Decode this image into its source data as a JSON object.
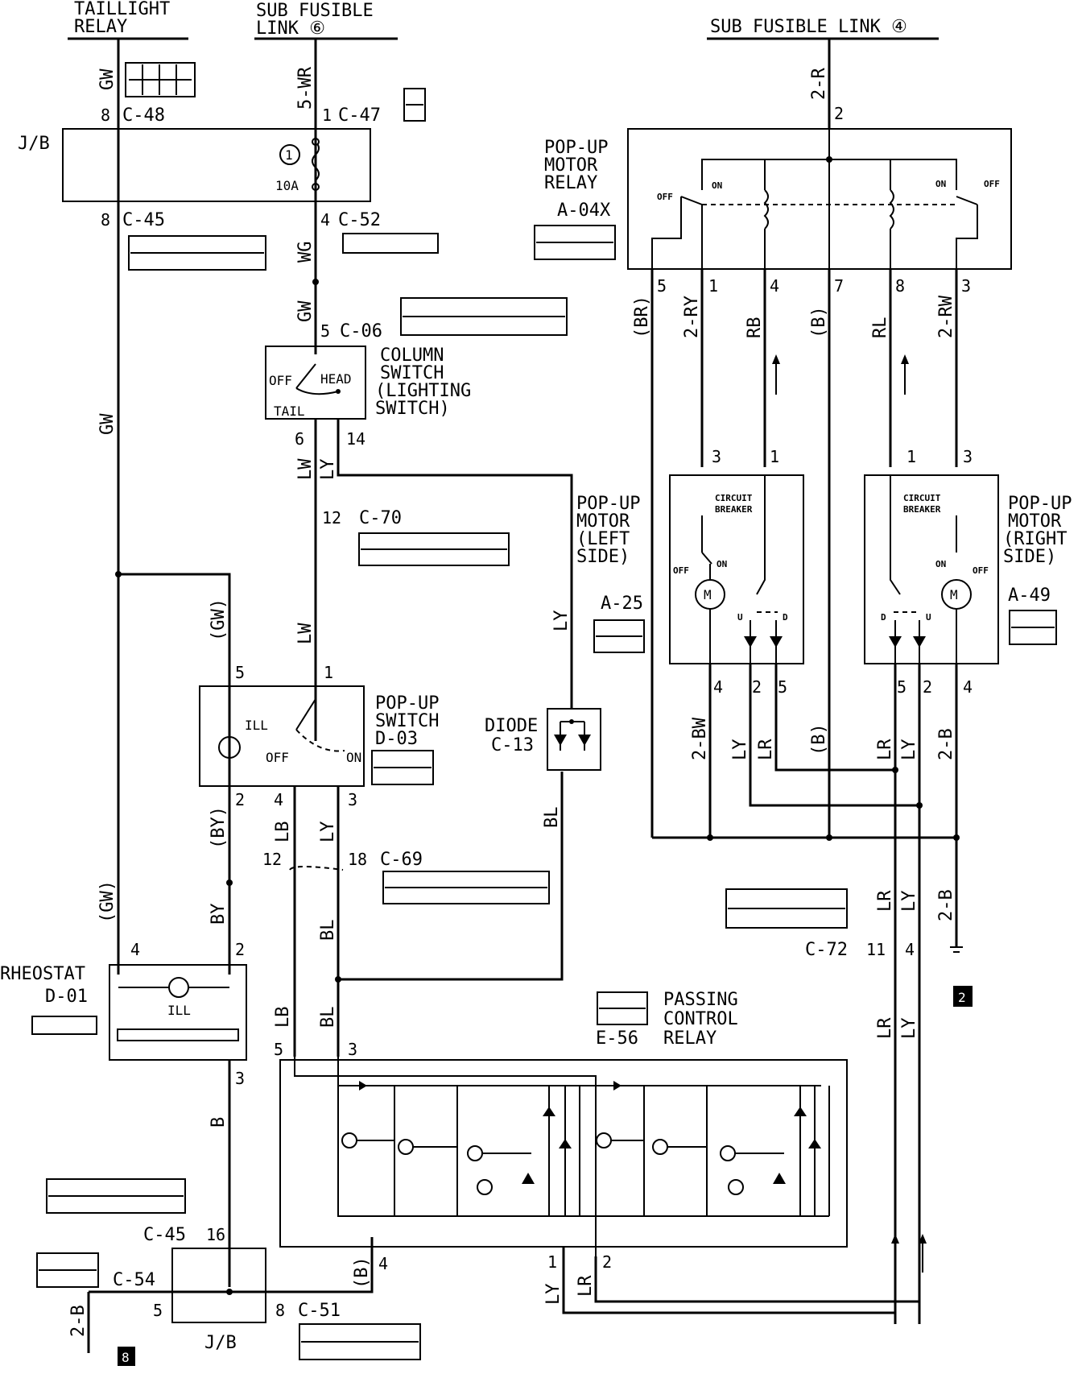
{
  "sources": {
    "taillight_relay": "TAILLIGHT\nRELAY",
    "sub_fusible_link_6": "SUB FUSIBLE\nLINK ⑥",
    "sub_fusible_link_4": "SUB FUSIBLE LINK ④"
  },
  "junction_block": "J/B",
  "fuse": {
    "number": "1",
    "rating": "10A"
  },
  "connectors": {
    "c48": "C-48",
    "c47": "C-47",
    "c45": "C-45",
    "c52": "C-52",
    "c06": "C-06",
    "c70": "C-70",
    "c69": "C-69",
    "c72": "C-72",
    "c13": "C-13",
    "c54": "C-54",
    "c51": "C-51",
    "a04x": "A-04X",
    "a25": "A-25",
    "a49": "A-49",
    "d03": "D-03",
    "d01": "D-01",
    "e56": "E-56"
  },
  "components": {
    "popup_motor_relay": "POP-UP\nMOTOR\nRELAY",
    "column_switch": "COLUMN\nSWITCH\n(LIGHTING\nSWITCH)",
    "popup_motor_left": "POP-UP\nMOTOR\n(LEFT\nSIDE)",
    "popup_motor_right": "POP-UP\nMOTOR\n(RIGHT\nSIDE)",
    "popup_switch": "POP-UP\nSWITCH",
    "diode": "DIODE",
    "rheostat": "RHEOSTAT",
    "passing_control_relay": "PASSING\nCONTROL\nRELAY",
    "circuit_breaker": "CIRCUIT\nBREAKER"
  },
  "switch_positions": {
    "off": "OFF",
    "on": "ON",
    "head": "HEAD",
    "tail": "TAIL",
    "ill": "ILL",
    "u": "U",
    "d": "D"
  },
  "wire_colors": {
    "gw": "GW",
    "gw_paren": "(GW)",
    "wr5": "5-WR",
    "wg": "WG",
    "lw": "LW",
    "ly": "LY",
    "lb": "LB",
    "by": "BY",
    "by_paren": "(BY)",
    "bl": "BL",
    "b": "B",
    "b_paren": "(B)",
    "br_paren": "(BR)",
    "r2": "2-R",
    "ry2": "2-RY",
    "rb": "RB",
    "rl": "RL",
    "rw2": "2-RW",
    "bw2": "2-BW",
    "lr": "LR",
    "b2": "2-B"
  },
  "ground_refs": {
    "g2": "2",
    "g8": "8"
  }
}
